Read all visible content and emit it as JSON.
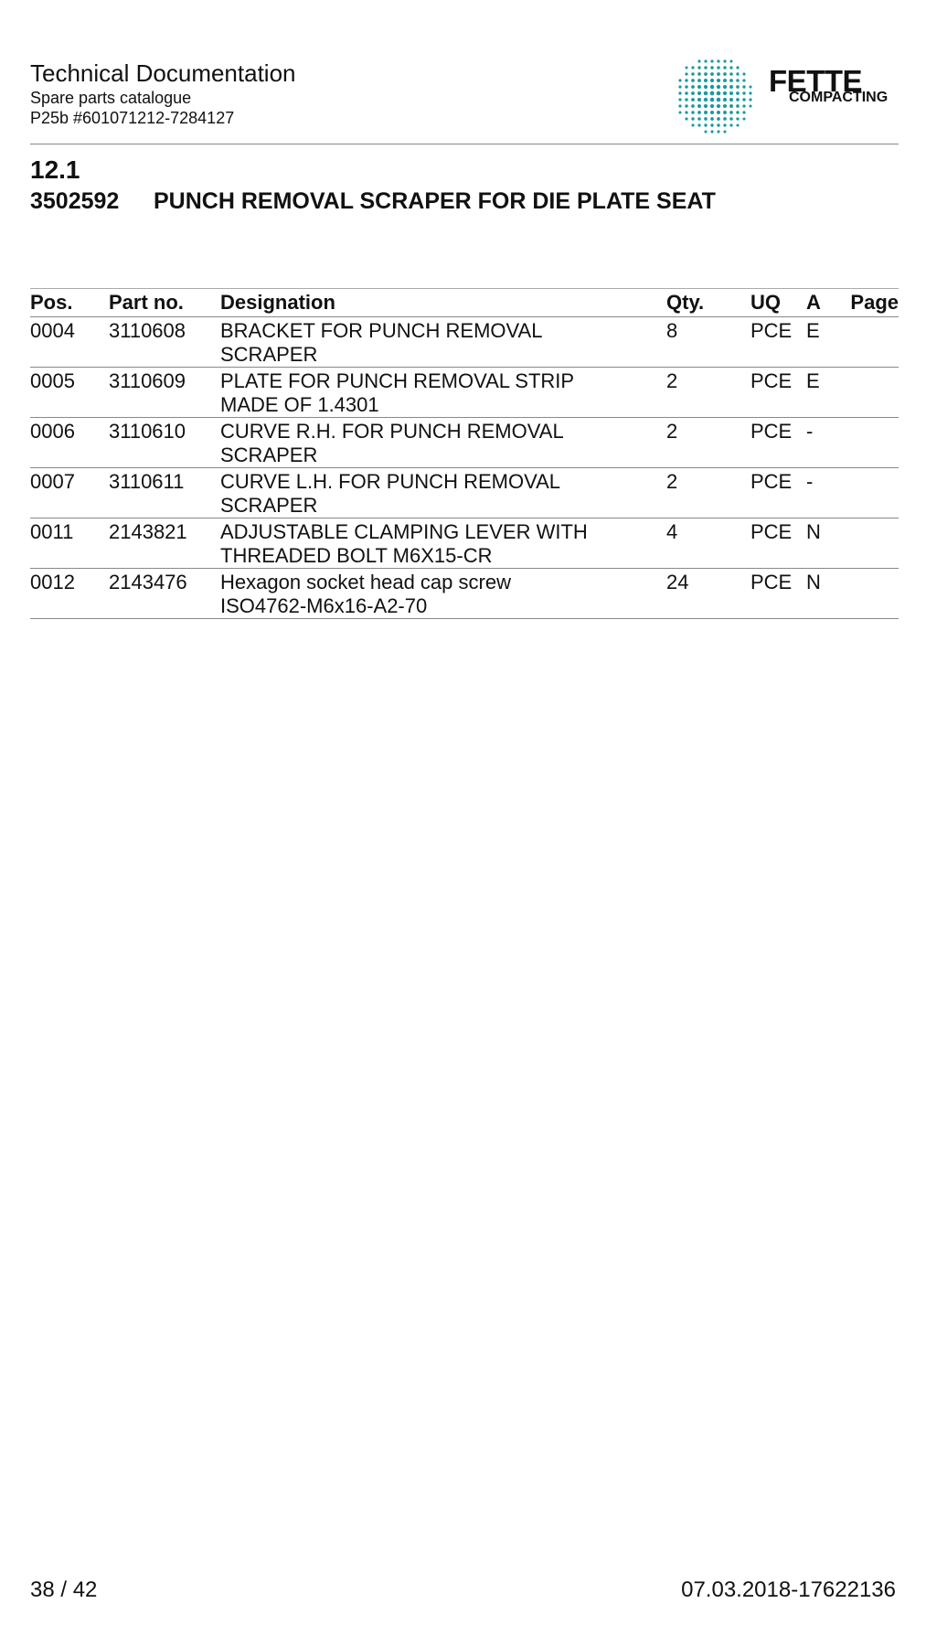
{
  "header": {
    "title": "Technical Documentation",
    "subtitle": "Spare parts catalogue",
    "doc_id": "P25b #601071212-7284127"
  },
  "logo": {
    "brand": "FETTE",
    "sub": "COMPACTING",
    "color": "#1a9aa0"
  },
  "section": {
    "number": "12.1",
    "part_no": "3502592",
    "title": "PUNCH REMOVAL SCRAPER FOR DIE PLATE SEAT"
  },
  "table": {
    "headers": {
      "pos": "Pos.",
      "part": "Part no.",
      "des": "Designation",
      "qty": "Qty.",
      "uq": "UQ",
      "a": "A",
      "page": "Page"
    },
    "rows": [
      {
        "pos": "0004",
        "part": "3110608",
        "des1": "BRACKET FOR PUNCH REMOVAL",
        "des2": "SCRAPER",
        "qty": "8",
        "uq": "PCE",
        "a": "E",
        "page": ""
      },
      {
        "pos": "0005",
        "part": "3110609",
        "des1": "PLATE FOR PUNCH REMOVAL STRIP",
        "des2": "MADE OF 1.4301",
        "qty": "2",
        "uq": "PCE",
        "a": "E",
        "page": ""
      },
      {
        "pos": "0006",
        "part": "3110610",
        "des1": "CURVE R.H. FOR PUNCH REMOVAL",
        "des2": "SCRAPER",
        "qty": "2",
        "uq": "PCE",
        "a": "-",
        "page": ""
      },
      {
        "pos": "0007",
        "part": "3110611",
        "des1": "CURVE L.H. FOR PUNCH REMOVAL",
        "des2": "SCRAPER",
        "qty": "2",
        "uq": "PCE",
        "a": "-",
        "page": ""
      },
      {
        "pos": "0011",
        "part": "2143821",
        "des1": "ADJUSTABLE CLAMPING LEVER WITH",
        "des2": "THREADED BOLT M6X15-CR",
        "qty": "4",
        "uq": "PCE",
        "a": "N",
        "page": ""
      },
      {
        "pos": "0012",
        "part": "2143476",
        "des1": "Hexagon socket head cap screw",
        "des2": "ISO4762-M6x16-A2-70",
        "qty": "24",
        "uq": "PCE",
        "a": "N",
        "page": ""
      }
    ]
  },
  "footer": {
    "page": "38 / 42",
    "date": "07.03.2018-17622136"
  }
}
